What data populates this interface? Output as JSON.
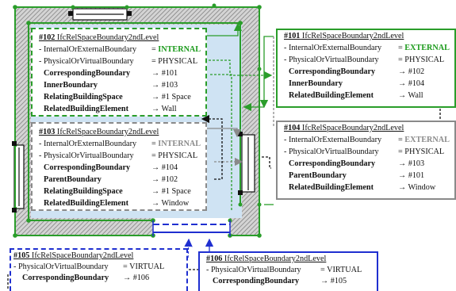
{
  "boundaries": [
    {
      "id": "#102",
      "cls": "IfcRelSpaceBoundary2ndLevel",
      "attrs": [
        {
          "name": "- InternalOrExternalBoundary",
          "eq": "=",
          "value": "INTERNAL",
          "style": "green"
        },
        {
          "name": "- PhysicalOrVirtualBoundary",
          "eq": "=",
          "value": "PHYSICAL",
          "style": "plain"
        },
        {
          "name": "CorrespondingBoundary",
          "arrow": "→ #101",
          "style": "rel"
        },
        {
          "name": "InnerBoundary",
          "arrow": "→ #103",
          "style": "rel"
        },
        {
          "name": "RelatingBuildingSpace",
          "arrow": "→ #1 Space",
          "style": "rel"
        },
        {
          "name": "RelatedBuildingElement",
          "arrow": "→ Wall",
          "style": "rel"
        }
      ]
    },
    {
      "id": "#103",
      "cls": "IfcRelSpaceBoundary2ndLevel",
      "attrs": [
        {
          "name": "- InternalOrExternalBoundary",
          "eq": "=",
          "value": "INTERNAL",
          "style": "gray"
        },
        {
          "name": "- PhysicalOrVirtualBoundary",
          "eq": "=",
          "value": "PHYSICAL",
          "style": "plain"
        },
        {
          "name": "CorrespondingBoundary",
          "arrow": "→ #104",
          "style": "rel"
        },
        {
          "name": "ParentBoundary",
          "arrow": "→ #102",
          "style": "rel"
        },
        {
          "name": "RelatingBuildingSpace",
          "arrow": "→ #1 Space",
          "style": "rel"
        },
        {
          "name": "RelatedBuildingElement",
          "arrow": "→ Window",
          "style": "rel"
        }
      ]
    },
    {
      "id": "#101",
      "cls": "IfcRelSpaceBoundary2ndLevel",
      "attrs": [
        {
          "name": "- InternalOrExternalBoundary",
          "eq": "=",
          "value": "EXTERNAL",
          "style": "green"
        },
        {
          "name": "- PhysicalOrVirtualBoundary",
          "eq": "=",
          "value": "PHYSICAL",
          "style": "plain"
        },
        {
          "name": "CorrespondingBoundary",
          "arrow": "→ #102",
          "style": "rel"
        },
        {
          "name": "InnerBoundary",
          "arrow": "→ #104",
          "style": "rel"
        },
        {
          "name": "RelatedBuildingElement",
          "arrow": "→ Wall",
          "style": "rel"
        }
      ]
    },
    {
      "id": "#104",
      "cls": "IfcRelSpaceBoundary2ndLevel",
      "attrs": [
        {
          "name": "- InternalOrExternalBoundary",
          "eq": "=",
          "value": "EXTERNAL",
          "style": "gray"
        },
        {
          "name": "- PhysicalOrVirtualBoundary",
          "eq": "=",
          "value": "PHYSICAL",
          "style": "plain"
        },
        {
          "name": "CorrespondingBoundary",
          "arrow": "→ #103",
          "style": "rel"
        },
        {
          "name": "ParentBoundary",
          "arrow": "→ #101",
          "style": "rel"
        },
        {
          "name": "RelatedBuildingElement",
          "arrow": "→ Window",
          "style": "rel"
        }
      ]
    },
    {
      "id": "#105",
      "cls": "IfcRelSpaceBoundary2ndLevel",
      "attrs": [
        {
          "name": "- PhysicalOrVirtualBoundary",
          "eq": "=",
          "value": "VIRTUAL",
          "style": "plain"
        },
        {
          "name": "CorrespondingBoundary",
          "arrow": "→ #106",
          "style": "rel"
        }
      ]
    },
    {
      "id": "#106",
      "cls": "IfcRelSpaceBoundary2ndLevel",
      "attrs": [
        {
          "name": "- PhysicalOrVirtualBoundary",
          "eq": "=",
          "value": "VIRTUAL",
          "style": "plain"
        },
        {
          "name": "CorrespondingBoundary",
          "arrow": "→ #105",
          "style": "rel"
        }
      ]
    }
  ],
  "colors": {
    "green": "#2a9d2a",
    "gray": "#8a8a8a",
    "blue": "#1f2fd0",
    "space_fill": "#cfe3f3",
    "wall_hatch": "#9a9a9a"
  }
}
